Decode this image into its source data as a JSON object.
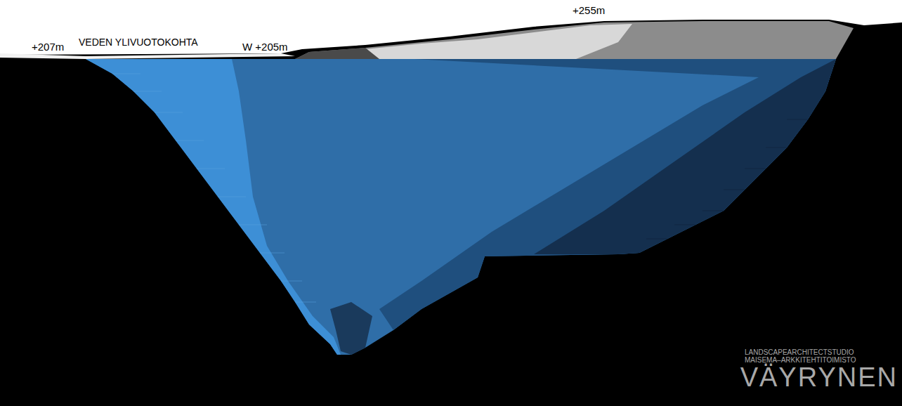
{
  "diagram": {
    "labels": [
      "+207m",
      "VEDEN YLIVUOTOKOHTA",
      "W +205m",
      "+255m",
      "LANDSCAPEARCHITECTSTUDIO",
      "MAISEMA–ARKKITEHTITOIMISTO",
      "VÄYRYNEN"
    ]
  }
}
